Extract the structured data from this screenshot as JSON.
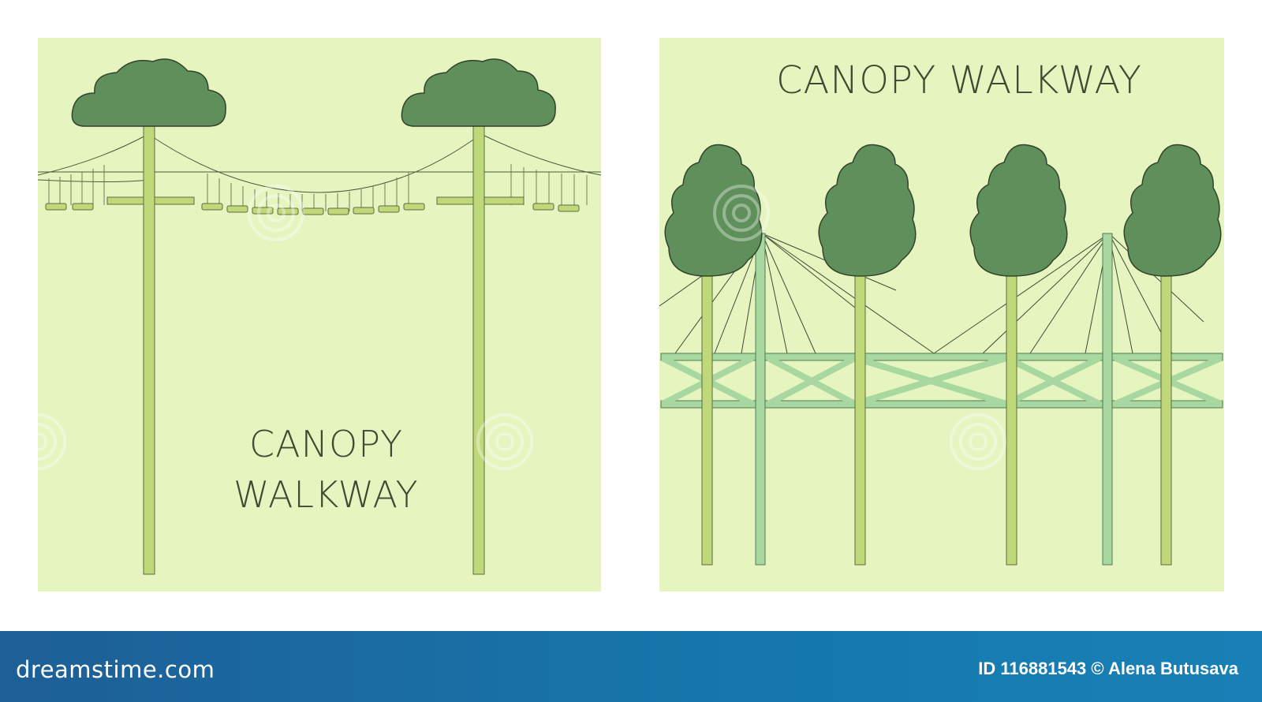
{
  "left_panel": {
    "title_line1": "CANOPY",
    "title_line2": "WALKWAY"
  },
  "right_panel": {
    "title": "CANOPY WALKWAY"
  },
  "footer": {
    "logo": "dreamstime.com",
    "id_label": "ID 116881543",
    "copyright": "©",
    "author": "Alena Butusava"
  },
  "colors": {
    "background": "#e6f5c0",
    "tree_crown": "#5f8f5a",
    "trunk": "#bfd97a",
    "bridge_frame": "#a8d8a0",
    "footer_bar": "#1678ad"
  },
  "icons": {
    "watermark": "dreamstime-spiral-icon"
  }
}
